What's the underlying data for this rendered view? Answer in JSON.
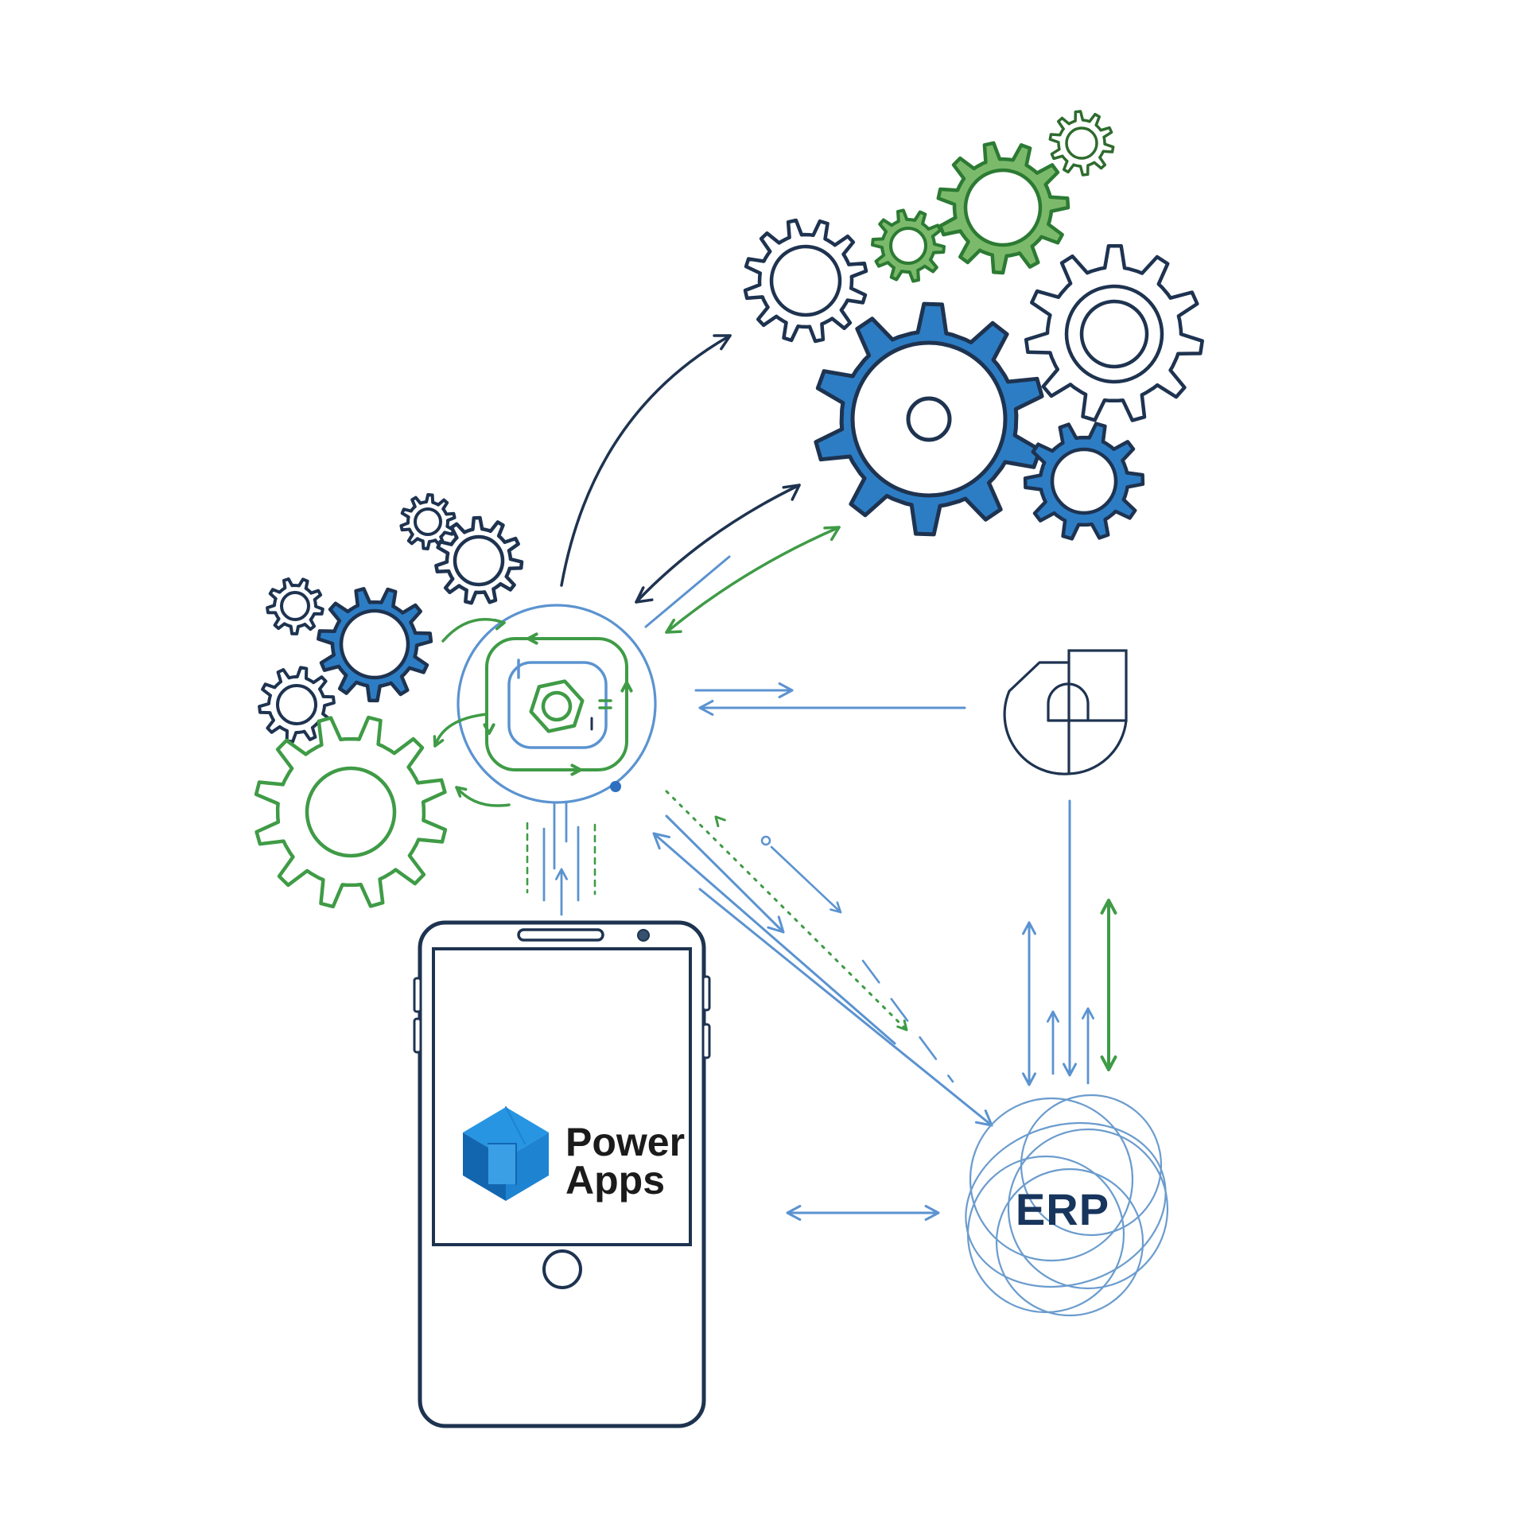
{
  "page": {
    "title": "Power Apps ERP integration illustration",
    "background": "#ffffff"
  },
  "labels": {
    "power": "Power",
    "apps": "Apps",
    "erp": "ERP"
  },
  "palette": {
    "navy": "#1e3350",
    "dark_green": "#2c7a33",
    "darker_green": "#2e6b2e",
    "green_fill": "#7cba6b",
    "green_line": "#3f9b46",
    "blue_fill": "#2d7dc5",
    "blue_line": "#5b93d0",
    "erp_circle": "#6b9cce",
    "erp_text": "#17355d",
    "logo_text": "#1b1b1b",
    "cube_top": "#2795e2",
    "cube_left": "#1266b0",
    "cube_right": "#1e84d2",
    "cube_notch": "#3b9fe6"
  },
  "diagram": {
    "nodes": [
      {
        "id": "automation-gears-top",
        "type": "gear-cluster",
        "gears": 7,
        "colors": [
          "outline",
          "green",
          "blue"
        ]
      },
      {
        "id": "automation-gears-left",
        "type": "gear-cluster",
        "gears": 6,
        "colors": [
          "outline",
          "blue",
          "green"
        ]
      },
      {
        "id": "process-hub",
        "type": "sync-cycle-icon",
        "description": "circle with rounded-square cycles and gear nut"
      },
      {
        "id": "security-shield",
        "type": "shield-icon"
      },
      {
        "id": "smartphone",
        "type": "phone",
        "label": "Power Apps"
      },
      {
        "id": "erp-system",
        "type": "circle-cloud",
        "label": "ERP"
      }
    ],
    "connections": [
      {
        "from": "process-hub",
        "to": "automation-gears-top",
        "style": "curved navy arrow"
      },
      {
        "from": "automation-gears-top",
        "to": "process-hub",
        "style": "curved navy arrow, both heads"
      },
      {
        "from": "automation-gears-top",
        "to": "process-hub",
        "style": "green arrow, both heads"
      },
      {
        "from": "process-hub",
        "to": "security-shield",
        "style": "blue paired horizontal arrows"
      },
      {
        "from": "process-hub",
        "to": "erp-system",
        "style": "blue diagonal arrows + dotted green + dashed blue"
      },
      {
        "from": "erp-system",
        "to": "process-hub",
        "style": "blue diagonal arrow"
      },
      {
        "from": "security-shield",
        "to": "erp-system",
        "style": "blue vertical line with arrow"
      },
      {
        "from": "erp-system",
        "to": "security-shield",
        "style": "blue and green vertical double arrows"
      },
      {
        "from": "smartphone",
        "to": "erp-system",
        "style": "blue double-headed horizontal arrow"
      },
      {
        "from": "process-hub",
        "to": "smartphone",
        "style": "vertical sync lines (solid blue + dashed green + up arrow)"
      }
    ]
  }
}
